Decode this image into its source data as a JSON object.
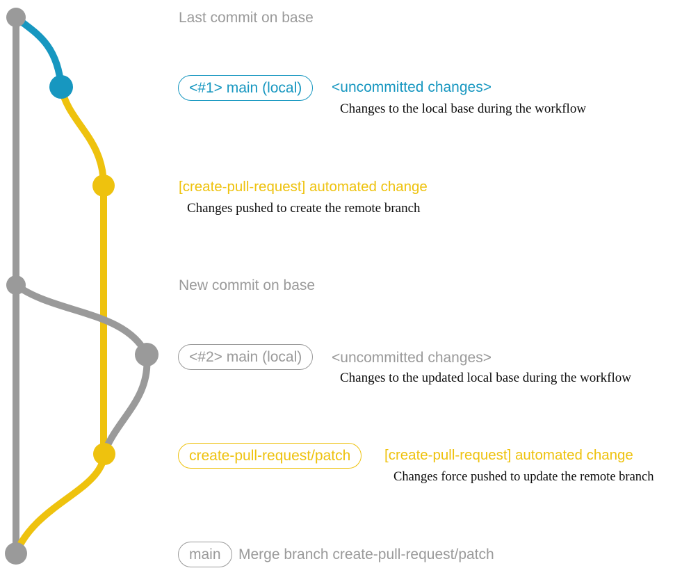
{
  "colors": {
    "blue": "#1797c0",
    "yellow": "#eec20e",
    "gray": "#9a9a9a",
    "ink": "#0d0d0d"
  },
  "headings": {
    "last_commit": "Last commit on base",
    "new_commit": "New commit on base"
  },
  "rows": {
    "local1": {
      "branch_label": "<#1> main (local)",
      "status": "<uncommitted changes>",
      "description": "Changes to the local base during the workflow"
    },
    "push1": {
      "title": "[create-pull-request] automated change",
      "description": "Changes pushed to create the remote branch"
    },
    "local2": {
      "branch_label": "<#2> main (local)",
      "status": "<uncommitted changes>",
      "description": "Changes to the updated local base during the workflow"
    },
    "push2": {
      "branch_label": "create-pull-request/patch",
      "title": "[create-pull-request] automated change",
      "description": "Changes force pushed to update the remote branch"
    },
    "merge": {
      "branch_label": "main",
      "message": "Merge branch create-pull-request/patch"
    }
  }
}
